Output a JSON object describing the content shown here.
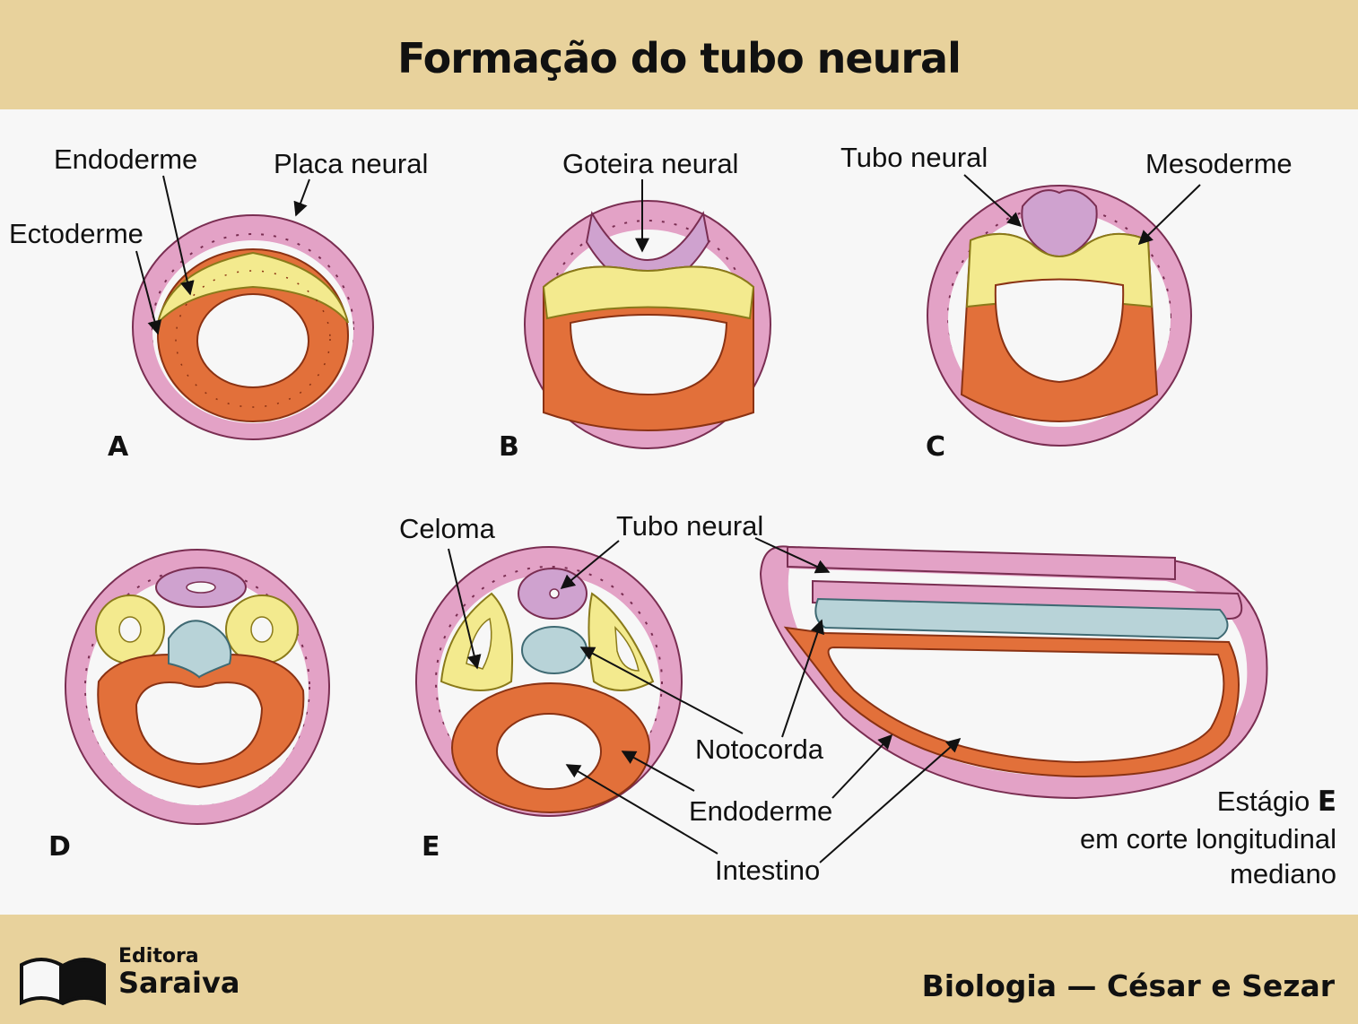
{
  "title": "Formação do tubo neural",
  "labels": {
    "endoderme_a": "Endoderme",
    "placa_neural": "Placa neural",
    "ectoderme": "Ectoderme",
    "goteira_neural": "Goteira neural",
    "tubo_neural_c": "Tubo neural",
    "mesoderme": "Mesoderme",
    "celoma": "Celoma",
    "tubo_neural_e": "Tubo neural",
    "notocorda": "Notocorda",
    "endoderme_e": "Endoderme",
    "intestino": "Intestino"
  },
  "stages": {
    "a": "A",
    "b": "B",
    "c": "C",
    "d": "D",
    "e": "E"
  },
  "note": {
    "prefix": "Estágio ",
    "stage": "E",
    "line2": "em corte longitudinal",
    "line3": "mediano"
  },
  "footer": {
    "publisher_line1": "Editora",
    "publisher_line2": "Saraiva",
    "credit": "Biologia — César e Sezar"
  },
  "colors": {
    "ectoderm": "#e3a2c6",
    "mesoderm": "#f3ea8e",
    "endoderm": "#e2703a",
    "notochord": "#b8d3d8",
    "neural": "#cfa2cf",
    "band": "#e8d29c"
  }
}
